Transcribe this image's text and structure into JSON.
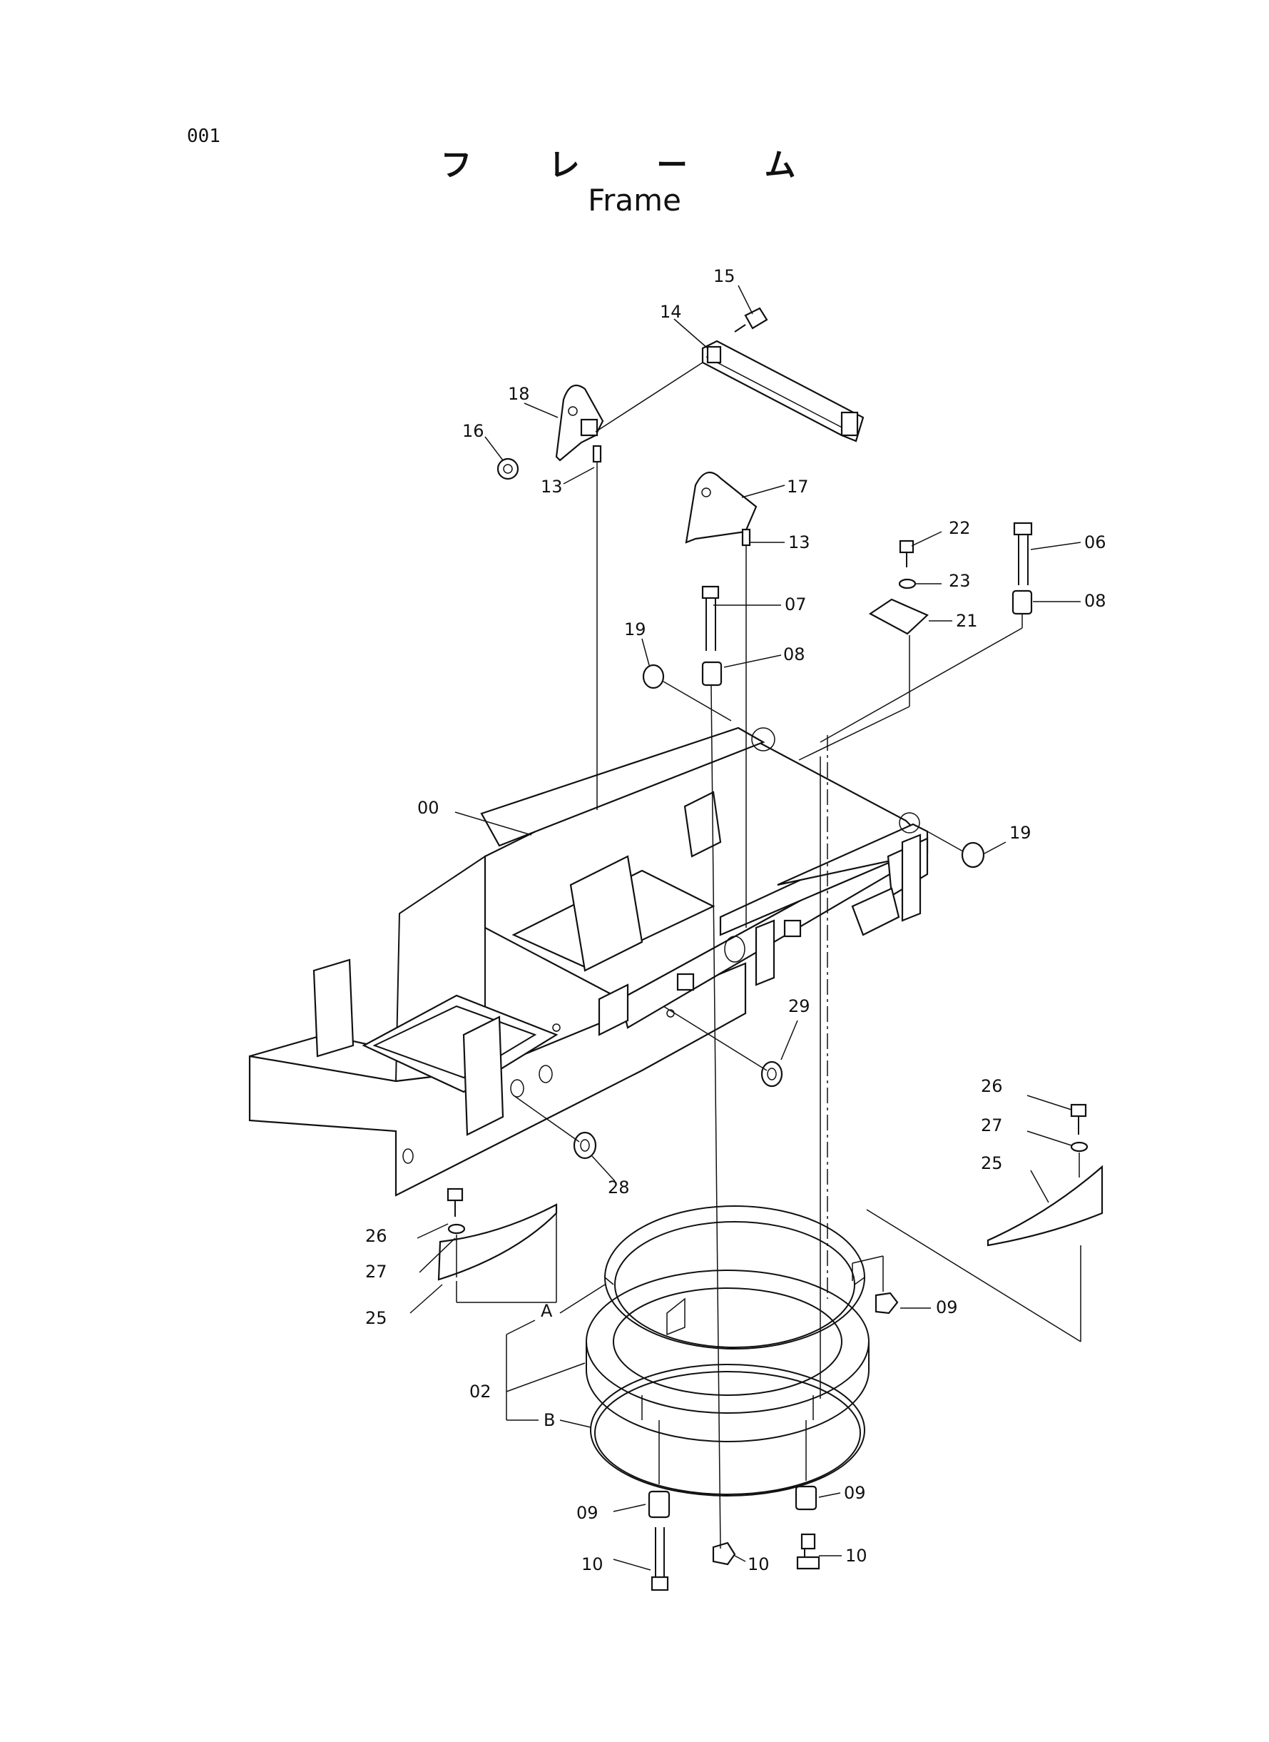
{
  "page_number": "001",
  "title_jp": "フ レ ー ム",
  "title_en": "Frame",
  "callouts": {
    "p00": "00",
    "p02": "02",
    "p06": "06",
    "p07": "07",
    "p08a": "08",
    "p08b": "08",
    "p09a": "09",
    "p09b": "09",
    "p09c": "09",
    "p10a": "10",
    "p10b": "10",
    "p10c": "10",
    "p13a": "13",
    "p13b": "13",
    "p14": "14",
    "p15": "15",
    "p16": "16",
    "p17": "17",
    "p18": "18",
    "p19a": "19",
    "p19b": "19",
    "p21": "21",
    "p22": "22",
    "p23": "23",
    "p25a": "25",
    "p25b": "25",
    "p26a": "26",
    "p26b": "26",
    "p27a": "27",
    "p27b": "27",
    "p28": "28",
    "p29": "29",
    "pA": "A",
    "pB": "B"
  }
}
